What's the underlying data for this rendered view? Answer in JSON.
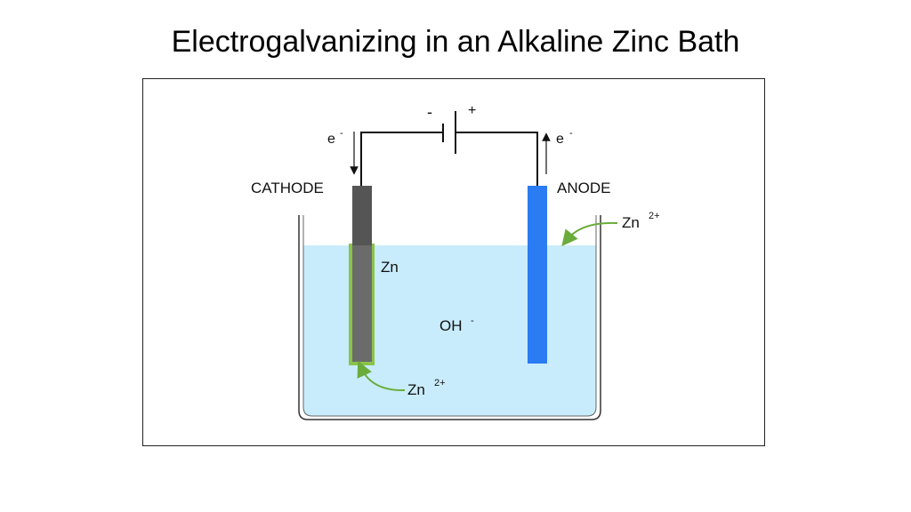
{
  "title": "Electrogalvanizing in an Alkaline Zinc Bath",
  "labels": {
    "minus": "-",
    "plus": "+",
    "e_left": "e",
    "e_left_sup": "-",
    "e_right": "e",
    "e_right_sup": "-",
    "cathode": "CATHODE",
    "anode": "ANODE",
    "zn_coat": "Zn",
    "oh": "OH",
    "oh_sup": "-",
    "zn_ion_bottom": "Zn",
    "zn_ion_bottom_sup": "2+",
    "zn_ion_right": "Zn",
    "zn_ion_right_sup": "2+"
  },
  "colors": {
    "electrolyte": "#c8ecfb",
    "cathode": "#6b6b6b",
    "cathode_top": "#555555",
    "anode": "#2b7bf2",
    "zinc_coating": "#8bc34a",
    "arrow_green": "#6aac3c",
    "wire": "#111111"
  }
}
